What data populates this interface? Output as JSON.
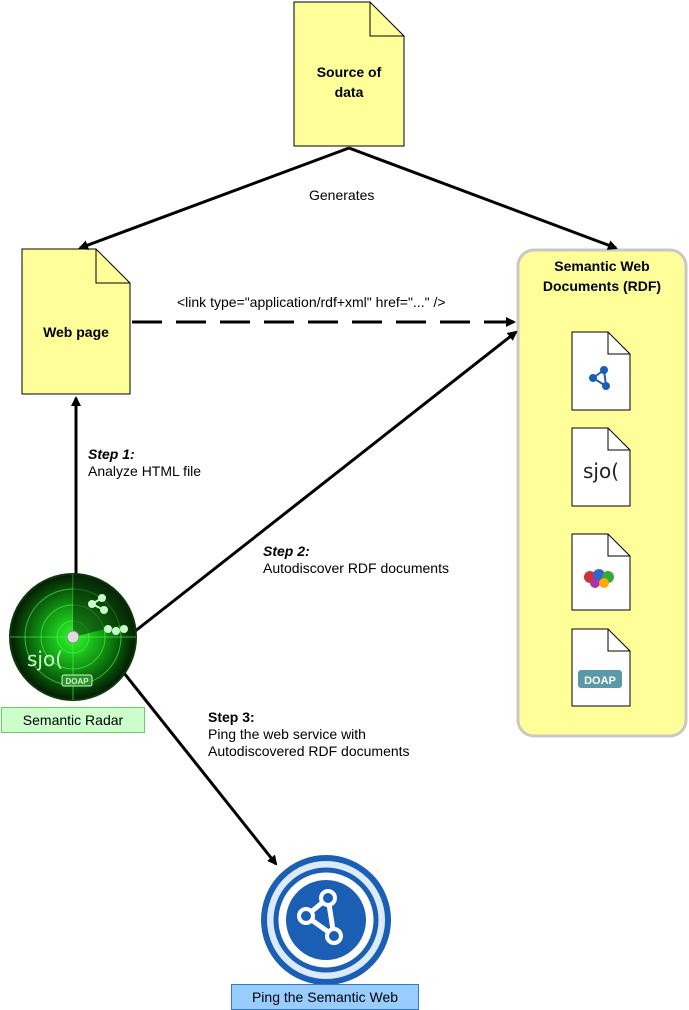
{
  "nodes": {
    "source": {
      "title_line1": "Source of",
      "title_line2": "data"
    },
    "webpage": {
      "title": "Web page"
    },
    "semantic_docs": {
      "title_line1": "Semantic Web",
      "title_line2": "Documents (RDF)"
    },
    "semantic_radar": {
      "label": "Semantic Radar"
    },
    "ping": {
      "label": "Ping the Semantic Web"
    }
  },
  "edges": {
    "generates": "Generates",
    "link_tag": "<link type=\"application/rdf+xml\" href=\"...\" />",
    "step1": {
      "title": "Step 1:",
      "text": "Analyze HTML file"
    },
    "step2": {
      "title": "Step 2:",
      "text": "Autodiscover RDF documents"
    },
    "step3": {
      "title": "Step 3:",
      "text_line1": "Ping the web service with",
      "text_line2": "Autodiscovered RDF documents"
    }
  },
  "icons": {
    "radar_sioc": "sjo(",
    "radar_doap": "DOAP",
    "doc2_sioc": "sjo(",
    "doc4_doap": "DOAP"
  },
  "colors": {
    "doc_fill": "#ffff99",
    "panel_fill": "#ffff99",
    "panel_border": "#c8c8c8",
    "radar_green": "#1ad41a",
    "radar_dark": "#0a2a0a",
    "label_green_bg": "#ccffcc",
    "label_green_border": "#66cc66",
    "label_blue_bg": "#99ccff",
    "label_blue_border": "#3377cc",
    "ping_blue": "#1a5fb4"
  }
}
